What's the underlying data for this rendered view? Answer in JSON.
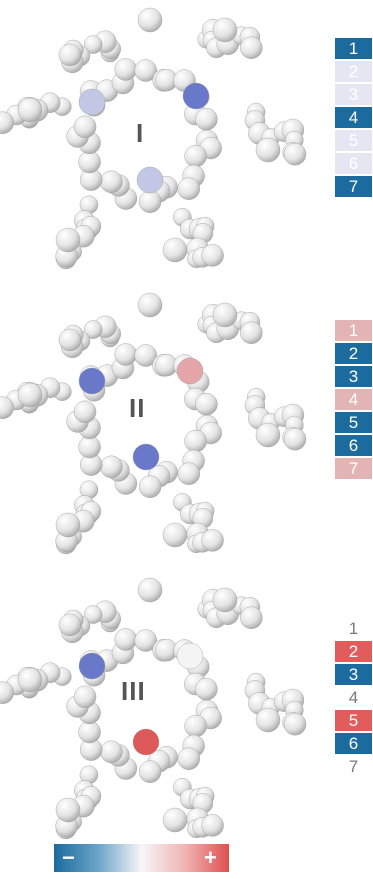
{
  "colors": {
    "blue": "#1c6b9e",
    "pale_lavender": "#e6e6f2",
    "pale_pink": "#e2b4b4",
    "red": "#e35c5c",
    "gray_text": "#7a7a7a",
    "atom": "#d9d9d9",
    "atom_highlight": "#ffffff",
    "n_blue": "#6a78c9",
    "n_pale": "#c3c7e6",
    "n_pink": "#e4a6a8",
    "n_red": "#de5a5a"
  },
  "panels": [
    {
      "label": "I",
      "legend": [
        {
          "text": "1",
          "color": "blue"
        },
        {
          "text": "2",
          "color": "pale_lavender"
        },
        {
          "text": "3",
          "color": "pale_lavender"
        },
        {
          "text": "4",
          "color": "blue"
        },
        {
          "text": "5",
          "color": "pale_lavender"
        },
        {
          "text": "6",
          "color": "pale_lavender"
        },
        {
          "text": "7",
          "color": "blue"
        }
      ]
    },
    {
      "label": "II",
      "legend": [
        {
          "text": "1",
          "color": "pale_pink"
        },
        {
          "text": "2",
          "color": "blue"
        },
        {
          "text": "3",
          "color": "blue"
        },
        {
          "text": "4",
          "color": "pale_pink"
        },
        {
          "text": "5",
          "color": "blue"
        },
        {
          "text": "6",
          "color": "blue"
        },
        {
          "text": "7",
          "color": "pale_pink"
        }
      ]
    },
    {
      "label": "III",
      "legend": [
        {
          "text": "1",
          "color": "none"
        },
        {
          "text": "2",
          "color": "red"
        },
        {
          "text": "3",
          "color": "blue"
        },
        {
          "text": "4",
          "color": "none"
        },
        {
          "text": "5",
          "color": "red"
        },
        {
          "text": "6",
          "color": "blue"
        },
        {
          "text": "7",
          "color": "none"
        }
      ]
    }
  ],
  "scale": {
    "minus": "−",
    "plus": "+"
  }
}
